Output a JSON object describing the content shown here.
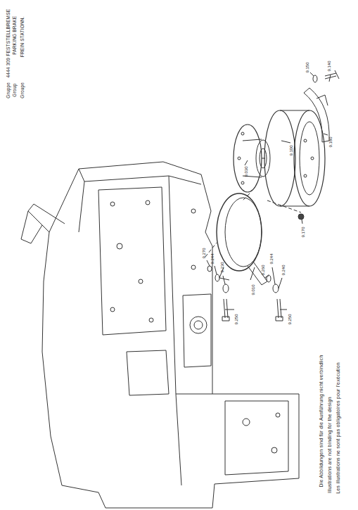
{
  "diagram": {
    "labels": [
      "Gruppe",
      "4444 309",
      "FESTSTELLBREMSE",
      "Group",
      "PARKING BRAKE",
      "Groupe",
      "FREIN STATIONN.",
      "9.150",
      "9.140",
      "9.180",
      "9.100",
      "9.030",
      "9.170",
      "9.010",
      "9.270",
      "9.244",
      "9.230",
      "9.250",
      "9.260",
      "9.244",
      "9.240",
      "9.250",
      "Die Abbildungen sind für die Ausführung nicht verbindlich",
      "Illustrations are not binding for the design",
      "Les illustrations ne sont pas obligatoires pour l'exécution"
    ]
  }
}
